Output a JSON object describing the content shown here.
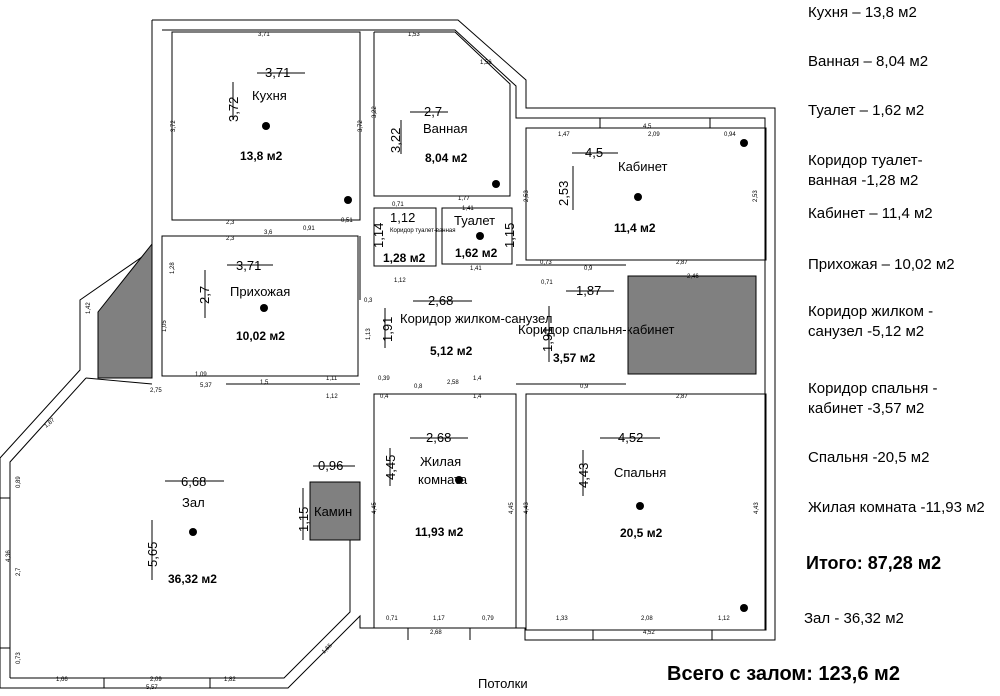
{
  "rooms": {
    "kitchen": {
      "name": "Кухня",
      "area": "13,8 м2",
      "w": "3,71",
      "h": "3,72"
    },
    "bathroom": {
      "name": "Ванная",
      "area": "8,04 м2",
      "w": "2,7",
      "h": "3,22"
    },
    "corridor_tb": {
      "name": "Коридор туалет-ванная",
      "area": "1,28 м2",
      "w": "1,12",
      "h": "1,14"
    },
    "toilet": {
      "name": "Туалет",
      "area": "1,62 м2",
      "h": "1,15"
    },
    "study": {
      "name": "Кабинет",
      "area": "11,4 м2",
      "w": "4,5",
      "h": "2,53"
    },
    "hallway": {
      "name": "Прихожая",
      "area": "10,02 м2",
      "w": "3,71",
      "h": "2,7"
    },
    "corridor_lb": {
      "name": "Коридор жилком-санузел",
      "area": "5,12 м2",
      "w": "2,68",
      "h": "1,91"
    },
    "corridor_bs": {
      "name": "Коридор спальня-кабинет",
      "area": "3,57 м2",
      "w": "1,87",
      "h": "1,91"
    },
    "living": {
      "name": "Зал",
      "area": "36,32 м2",
      "w": "6,68",
      "h": "5,65"
    },
    "fireplace": {
      "name": "Камин",
      "w": "0,96",
      "h": "1,15"
    },
    "room": {
      "name": "Жилая комната",
      "area": "11,93 м2",
      "w": "2,68",
      "h": "4,45"
    },
    "bedroom": {
      "name": "Спальня",
      "area": "20,5 м2",
      "w": "4,52",
      "h": "4,43"
    }
  },
  "small_dims": {
    "k_top": "3,71",
    "k_left": "3,72",
    "k_right": "3,72",
    "b_top": "1,53",
    "b_left": "3,22",
    "b_bot": "1,77",
    "b_diag": "1,56",
    "s_top": "4,5",
    "s_top_l": "1,47",
    "s_top_m": "2,09",
    "s_top_r": "0,94",
    "s_right": "2,53",
    "s_left": "2,53",
    "s_bot": "2,87",
    "h_a": "2,3",
    "h_b": "3,6",
    "h_c": "2,3",
    "h_left": "1,28",
    "h_left2": "1,05",
    "h_bot": "5,37",
    "h_bot2": "1,09",
    "t_top": "1,41",
    "t_bot": "1,41",
    "ctb_top": "0,71",
    "ctb_bot": "1,12",
    "c_a": "0,73",
    "c_b": "0,9",
    "c_c": "0,71",
    "c_d": "2,46",
    "c_e": "2,58",
    "c_f": "1,4",
    "c_g": "0,9",
    "c_h": "1,4",
    "c_i": "2,87",
    "z_top": "2,75",
    "z_diag": "1,87",
    "z_left": "4,36",
    "z_left2": "2,7",
    "z_left3": "0,89",
    "z_left4": "0,73",
    "z_bot": "5,57",
    "z_bot_l": "1,66",
    "z_bot_m": "2,09",
    "z_bot_r": "1,82",
    "z_diag2": "1,65",
    "r_bot": "2,68",
    "r_bot_l": "0,71",
    "r_bot_m": "1,17",
    "r_bot_r": "0,79",
    "r_left": "4,45",
    "r_right": "4,45",
    "sp_bot": "4,52",
    "sp_bot_l": "1,33",
    "sp_bot_m": "2,08",
    "sp_bot_r": "1,12",
    "sp_left": "4,43",
    "sp_right": "4,43",
    "misc_15": "1,5",
    "misc_111": "1,11",
    "misc_112": "1,12",
    "misc_039": "0,39",
    "misc_04": "0,4",
    "misc_08": "0,8",
    "misc_03": "0,3",
    "misc_051": "0,51",
    "misc_091": "0,91",
    "misc_142": "1,42",
    "misc_113": "1,13"
  },
  "legend": [
    "Кухня – 13,8 м2",
    "Ванная – 8,04 м2",
    "Туалет – 1,62 м2",
    "Коридор туалет-\nванная -1,28 м2",
    "Кабинет – 11,4 м2",
    "Прихожая – 10,02 м2",
    "Коридор жилком -\nсанузел -5,12 м2",
    "Коридор спальня -\nкабинет -3,57 м2",
    "Спальня -20,5 м2",
    "Жилая комната -11,93 м2"
  ],
  "total": "Итого: 87,28 м2",
  "hall_note": "Зал  - 36,32 м2",
  "grand_total": "Всего с залом: 123,6 м2",
  "footer": "Потолки"
}
